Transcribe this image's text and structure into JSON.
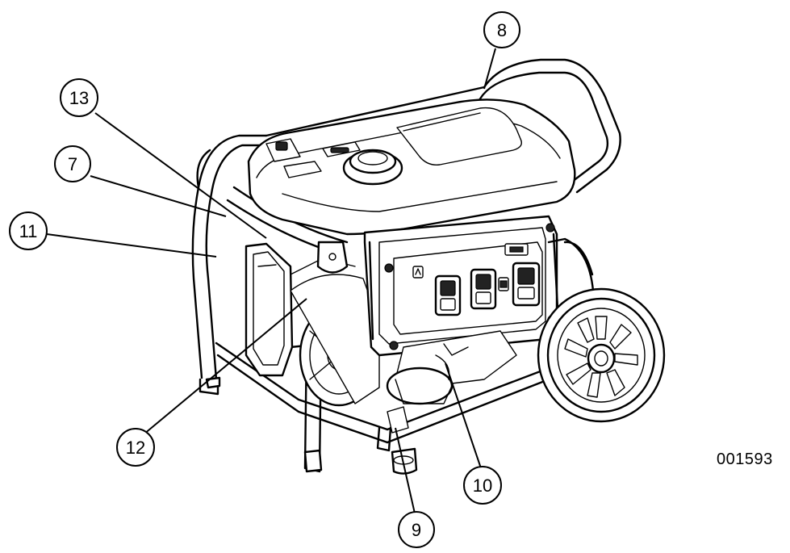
{
  "callouts": [
    {
      "id": "c8",
      "label": "8"
    },
    {
      "id": "c13",
      "label": "13"
    },
    {
      "id": "c7",
      "label": "7"
    },
    {
      "id": "c11",
      "label": "11"
    },
    {
      "id": "c12",
      "label": "12"
    },
    {
      "id": "c10",
      "label": "10"
    },
    {
      "id": "c9",
      "label": "9"
    }
  ],
  "figure_code": "001593"
}
